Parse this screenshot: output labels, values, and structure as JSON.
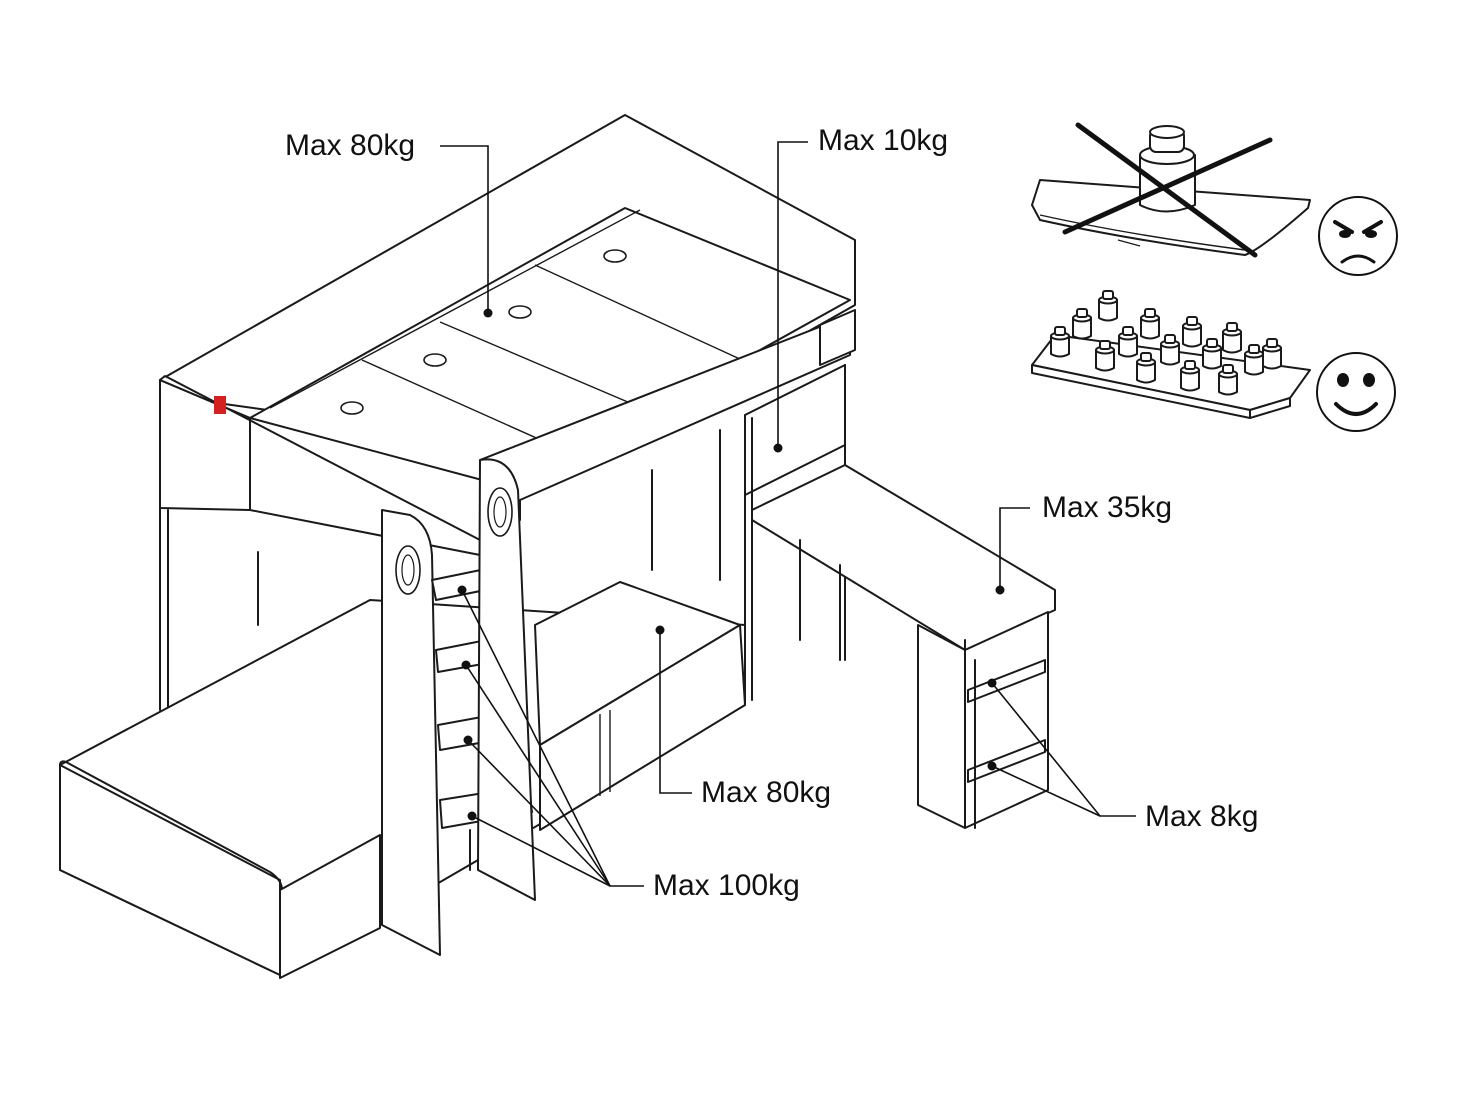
{
  "diagram": {
    "labels": {
      "top_bunk": "Max 80kg",
      "top_shelf": "Max 10kg",
      "desk_top": "Max 35kg",
      "lower_bed": "Max 80kg",
      "desk_shelves": "Max 8kg",
      "stairs": "Max 100kg"
    },
    "icons": {
      "wrong": "angry-face-icon",
      "right": "smiling-face-icon"
    },
    "colors": {
      "line": "#1a1a1a",
      "label_tag": "#d32020"
    }
  }
}
